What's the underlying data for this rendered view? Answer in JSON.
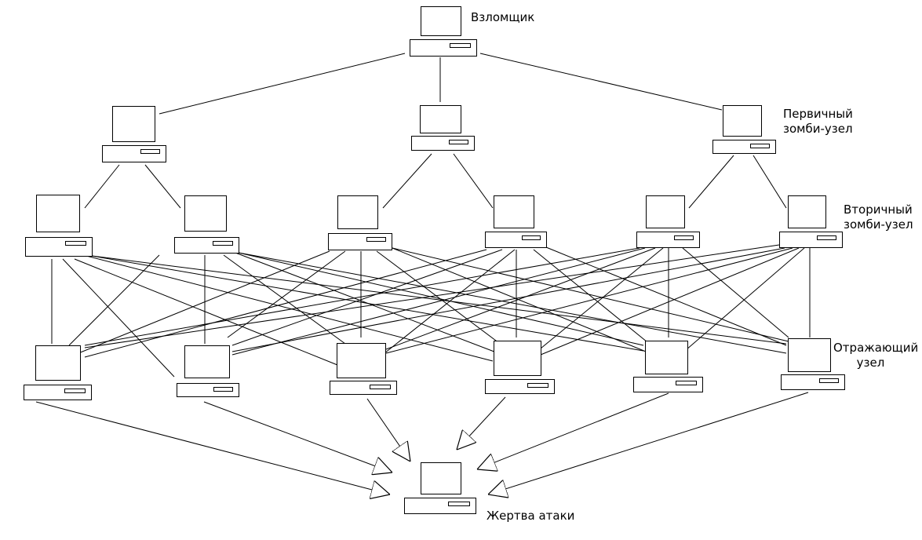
{
  "labels": {
    "attacker": "Взломщик",
    "primary_line1": "Первичный",
    "primary_line2": "зомби-узел",
    "secondary_line1": "Вторичный",
    "secondary_line2": "зомби-узел",
    "reflector_line1": "Отражающий",
    "reflector_line2": "узел",
    "victim": "Жертва атаки"
  },
  "node_types": {
    "attacker": "computer-icon",
    "primary": "computer-icon",
    "secondary": "computer-icon",
    "reflector": "computer-icon",
    "victim": "computer-icon"
  },
  "colors": {
    "stroke": "#000000",
    "background": "#ffffff"
  }
}
